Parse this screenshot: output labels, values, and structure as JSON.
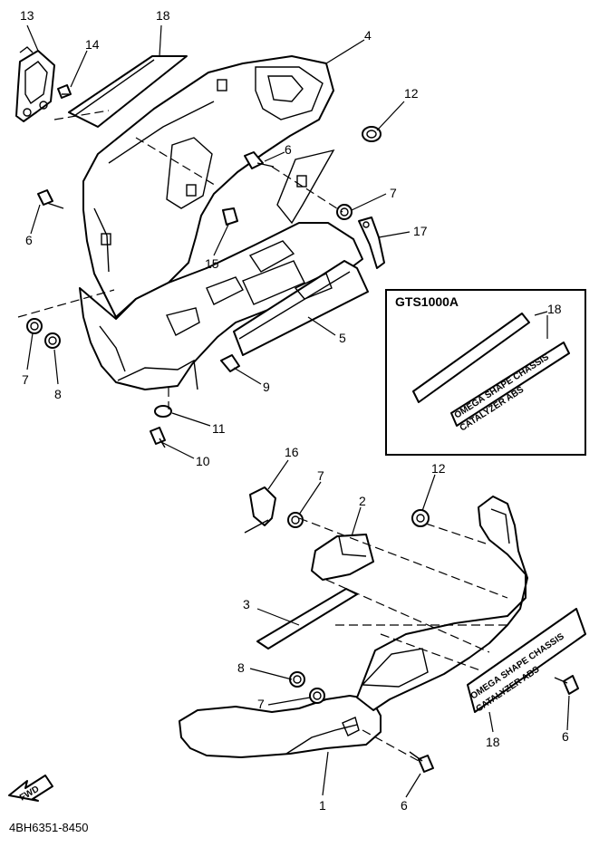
{
  "diagram_code": "4BH6351-8450",
  "inset": {
    "title": "GTS1000A",
    "callout": "18"
  },
  "direction_label": "FWD",
  "decal": {
    "line1": "OMEGA SHAPE CHASSIS",
    "line2": "CATALYZER ABS"
  },
  "callouts": {
    "c13": "13",
    "c18a": "18",
    "c14": "14",
    "c4": "4",
    "c12a": "12",
    "c6a": "6",
    "c6b": "6",
    "c7a": "7",
    "c17": "17",
    "c15": "15",
    "c5": "5",
    "c7b": "7",
    "c8a": "8",
    "c9": "9",
    "c11": "11",
    "c10": "10",
    "c16": "16",
    "c7c": "7",
    "c2": "2",
    "c12b": "12",
    "c3": "3",
    "c8b": "8",
    "c7d": "7",
    "c18b": "18",
    "c6c": "6",
    "c6d": "6",
    "c1": "1"
  }
}
